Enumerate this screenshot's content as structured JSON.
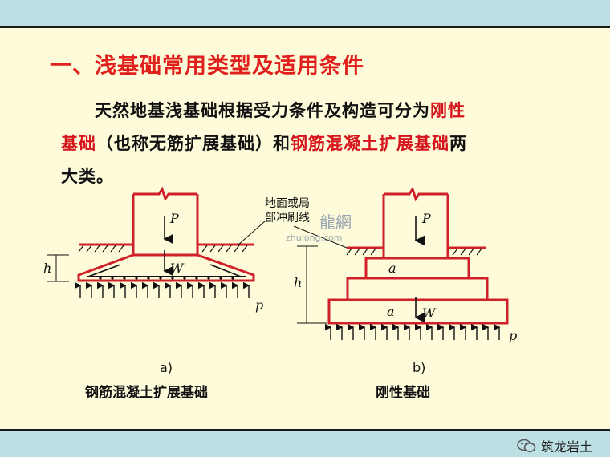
{
  "title": "一、浅基础常用类型及适用条件",
  "paragraph": {
    "p1": "天然地基浅基础根据受力条件及构造可分为",
    "red1": "刚性",
    "red2": "基础",
    "p2": "（也称无筋扩展基础）和",
    "red3": "钢筋混凝土扩展基础",
    "p3": "两",
    "p4": "大类。"
  },
  "figure": {
    "ground_note_line1": "地面或局",
    "ground_note_line2": "部冲刷线",
    "watermark_cn": "龍網",
    "watermark_url": "zhulong.com",
    "label_P": "P",
    "label_W": "W",
    "label_h": "h",
    "label_p": "p",
    "label_a": "a",
    "sub_a": "a)",
    "sub_b": "b)"
  },
  "captions": {
    "left": "钢筋混凝土扩展基础",
    "right": "刚性基础"
  },
  "brand": {
    "name": "筑龙岩土",
    "icon": "wechat-icon"
  },
  "colors": {
    "accent_red": "#d5141c",
    "band": "#bde0e4",
    "background": "#fdfbd9"
  }
}
